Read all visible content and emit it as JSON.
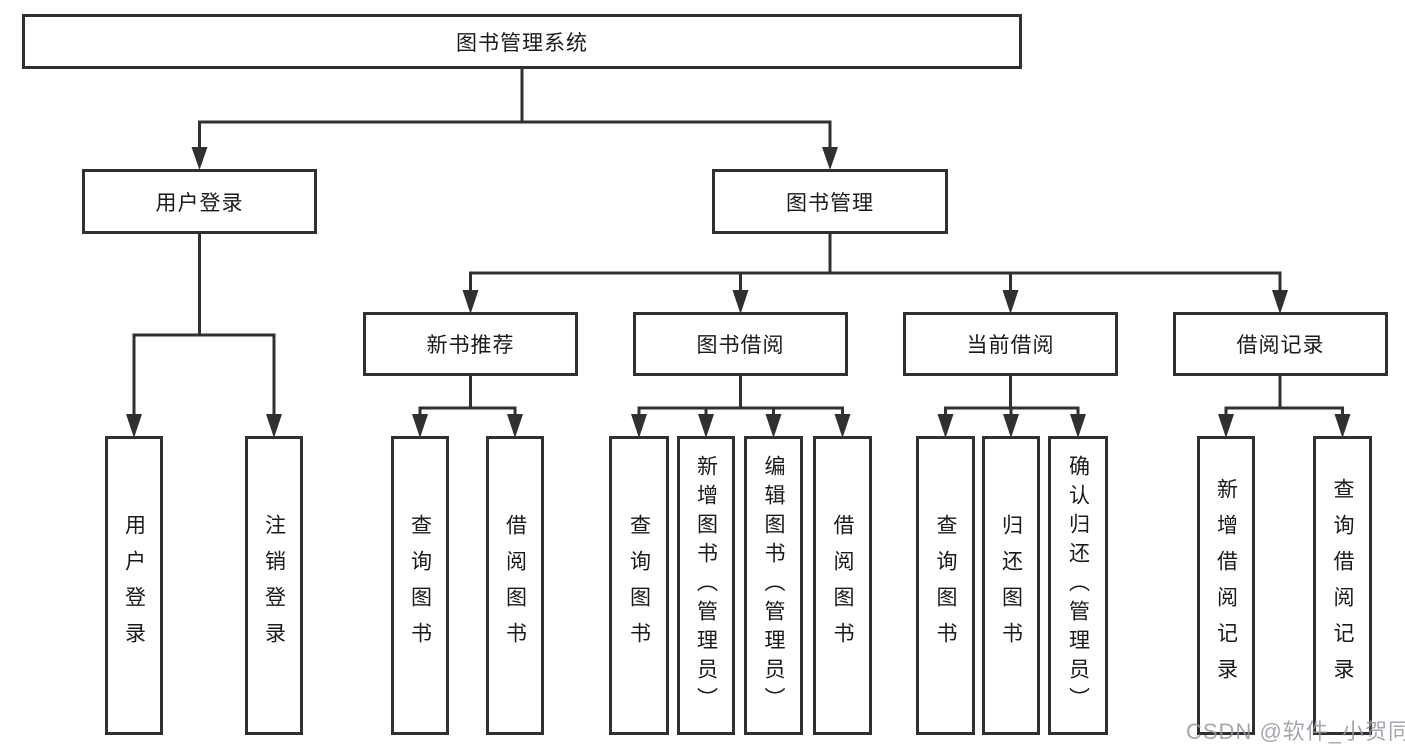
{
  "diagram": {
    "title": "图书管理系统",
    "level2": {
      "user_login": "用户登录",
      "book_mgmt": "图书管理"
    },
    "level3": {
      "new_books": "新书推荐",
      "book_borrow": "图书借阅",
      "current_borrow": "当前借阅",
      "borrow_records": "借阅记录"
    },
    "leaves": {
      "user_login": [
        "用户登录",
        "注销登录"
      ],
      "new_books": [
        "查询图书",
        "借阅图书"
      ],
      "book_borrow": [
        "查询图书",
        "新增图书（管理员）",
        "编辑图书（管理员）",
        "借阅图书"
      ],
      "current_borrow": [
        "查询图书",
        "归还图书",
        "确认归还（管理员）"
      ],
      "borrow_records": [
        "新增借阅记录",
        "查询借阅记录"
      ]
    }
  },
  "watermark": "CSDN @软件_小贺同学",
  "colors": {
    "line": "#303030",
    "box_border": "#303030",
    "background": "#ffffff",
    "text": "#1a1a1a",
    "watermark": "#949ba0"
  }
}
